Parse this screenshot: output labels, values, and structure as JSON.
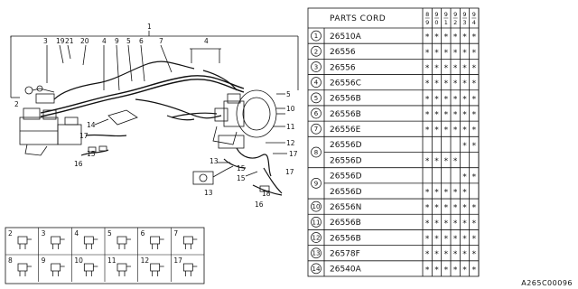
{
  "parts_table": {
    "header": "PARTS CORD",
    "year_columns": [
      {
        "top": "8",
        "bottom": "9"
      },
      {
        "top": "9",
        "bottom": "0"
      },
      {
        "top": "9",
        "bottom": "1"
      },
      {
        "top": "9",
        "bottom": "2"
      },
      {
        "top": "9",
        "bottom": "3"
      },
      {
        "top": "9",
        "bottom": "4"
      }
    ],
    "star_mark": "*",
    "rows": [
      {
        "ref": "1",
        "code": "26510A",
        "marks": [
          true,
          true,
          true,
          true,
          true,
          true
        ]
      },
      {
        "ref": "2",
        "code": "26556",
        "marks": [
          true,
          true,
          true,
          true,
          true,
          true
        ]
      },
      {
        "ref": "3",
        "code": "26556",
        "marks": [
          true,
          true,
          true,
          true,
          true,
          true
        ]
      },
      {
        "ref": "4",
        "code": "26556C",
        "marks": [
          true,
          true,
          true,
          true,
          true,
          true
        ]
      },
      {
        "ref": "5",
        "code": "26556B",
        "marks": [
          true,
          true,
          true,
          true,
          true,
          true
        ]
      },
      {
        "ref": "6",
        "code": "26556B",
        "marks": [
          true,
          true,
          true,
          true,
          true,
          true
        ]
      },
      {
        "ref": "7",
        "code": "26556E",
        "marks": [
          true,
          true,
          true,
          true,
          true,
          true
        ]
      },
      {
        "ref": "8",
        "code": "26556D",
        "marks": [
          false,
          false,
          false,
          false,
          true,
          true
        ]
      },
      {
        "ref": "",
        "code": "26556D",
        "marks": [
          true,
          true,
          true,
          true,
          false,
          false
        ]
      },
      {
        "ref": "9",
        "code": "26556D",
        "marks": [
          false,
          false,
          false,
          false,
          true,
          true
        ]
      },
      {
        "ref": "",
        "code": "26556D",
        "marks": [
          true,
          true,
          true,
          true,
          true,
          false
        ]
      },
      {
        "ref": "10",
        "code": "26556N",
        "marks": [
          true,
          true,
          true,
          true,
          true,
          true
        ]
      },
      {
        "ref": "11",
        "code": "26556B",
        "marks": [
          true,
          true,
          true,
          true,
          true,
          true
        ]
      },
      {
        "ref": "12",
        "code": "26556B",
        "marks": [
          true,
          true,
          true,
          true,
          true,
          true
        ]
      },
      {
        "ref": "13",
        "code": "26578F",
        "marks": [
          true,
          true,
          true,
          true,
          true,
          true
        ]
      },
      {
        "ref": "14",
        "code": "26540A",
        "marks": [
          true,
          true,
          true,
          true,
          true,
          true
        ]
      }
    ]
  },
  "callouts": {
    "top_row": [
      "3",
      "19",
      "21",
      "20",
      "4",
      "9",
      "5",
      "6",
      "7",
      "1",
      "4"
    ],
    "side": [
      "2",
      "14",
      "17",
      "16",
      "15",
      "5",
      "10",
      "11",
      "12",
      "13",
      "17",
      "15",
      "16",
      "13",
      "15",
      "17",
      "18"
    ]
  },
  "clip_legend": {
    "items": [
      {
        "ref": "2"
      },
      {
        "ref": "3"
      },
      {
        "ref": "4"
      },
      {
        "ref": "5"
      },
      {
        "ref": "6"
      },
      {
        "ref": "7"
      },
      {
        "ref": "8"
      },
      {
        "ref": "9"
      },
      {
        "ref": "10"
      },
      {
        "ref": "11"
      },
      {
        "ref": "12"
      },
      {
        "ref": "17"
      }
    ]
  },
  "diagram_code": "A265C00096"
}
